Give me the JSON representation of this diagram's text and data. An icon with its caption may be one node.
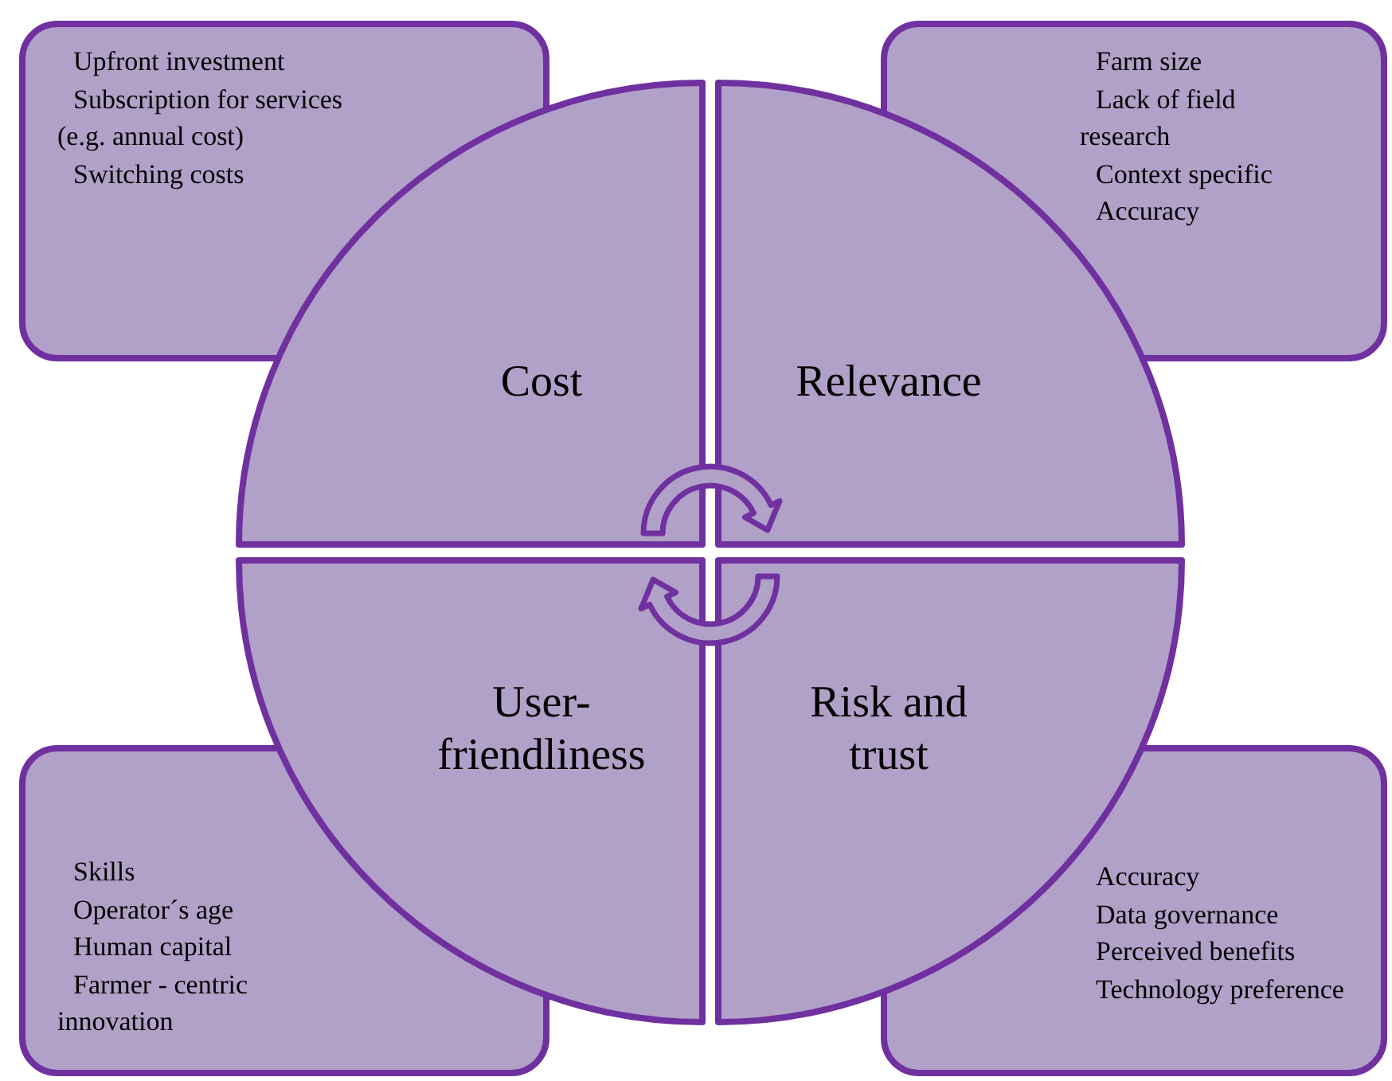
{
  "diagram": {
    "nodes": [
      {
        "text": [
          "Upfront investment",
          "Subscription for services (e.g. annual cost)",
          "Switching costs"
        ]
      },
      {
        "text": [
          "Farm size",
          "Lack of field research",
          "Context specific",
          "Accuracy"
        ]
      },
      {
        "text": [
          "Cost"
        ]
      },
      {
        "text": [
          "Relevance"
        ]
      },
      {
        "text": [
          "User-friendliness"
        ]
      },
      {
        "text": [
          "Risk and trust"
        ]
      },
      {
        "text": [
          "Skills",
          "Operator´s age",
          "Human capital",
          "Farmer - centric innovation"
        ]
      },
      {
        "text": [
          "Accuracy",
          "Data governance",
          "Perceived benefits",
          "Technology preference"
        ]
      }
    ]
  }
}
